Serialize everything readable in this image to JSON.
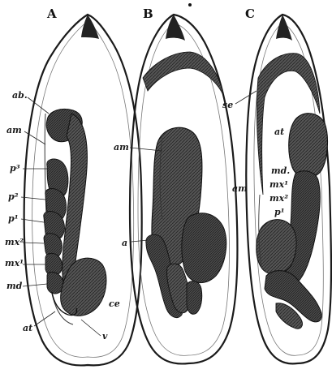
{
  "figure": {
    "panels": [
      {
        "letter": "A",
        "labels": {
          "ab": "ab.",
          "am": "am",
          "p3": "p³",
          "p2": "p²",
          "p1": "p¹",
          "mx2": "mx²",
          "mx1": "mx¹",
          "md": "md",
          "at": "at",
          "v": "v",
          "ce": "ce"
        }
      },
      {
        "letter": "B",
        "labels": {
          "am": "am",
          "a": "a"
        }
      },
      {
        "letter": "C",
        "labels": {
          "se": "se",
          "am": "am",
          "at": "at",
          "md": "md.",
          "mx1": "mx¹",
          "mx2": "mx²",
          "p1": "p¹"
        }
      }
    ]
  },
  "colors": {
    "tissue": "#3d3d3d",
    "tissue_dark": "#222222",
    "membrane": "#5a5a5a",
    "background": "#ffffff"
  }
}
